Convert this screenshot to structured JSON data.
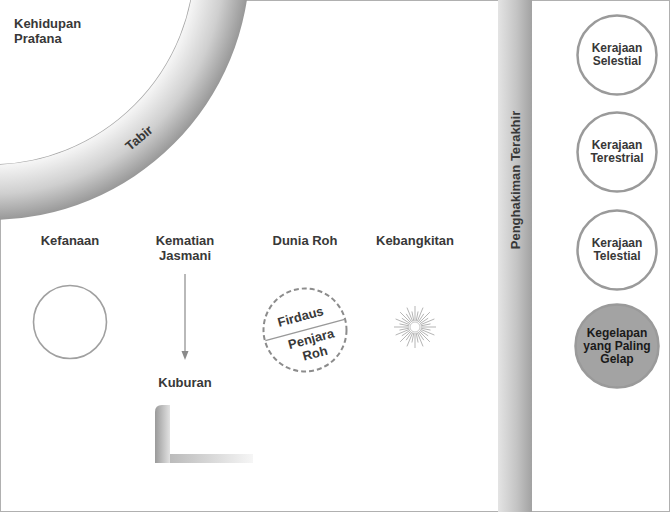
{
  "diagram": {
    "nodes": [
      {
        "text": [
          "Kehidupan Prafana"
        ]
      },
      {
        "text": [
          "Tabir"
        ]
      },
      {
        "text": [
          "Kefanaan"
        ]
      },
      {
        "text": [
          "Kuburan"
        ]
      },
      {
        "text": [
          "Dunia Roh"
        ]
      },
      {
        "text": [
          "Firdaus"
        ],
        "in": 4
      },
      {
        "text": [
          "Penjara Roh"
        ],
        "in": 4
      },
      {
        "text": [
          "Kebangkitan"
        ]
      },
      {
        "text": [
          "Penghakiman Terakhir"
        ]
      },
      {
        "text": [
          "Kerajaan Selestial"
        ]
      },
      {
        "text": [
          "Kerajaan Terestrial"
        ]
      },
      {
        "text": [
          "Kerajaan Telestial"
        ]
      },
      {
        "text": [
          "Kegelapan yang Paling Gelap"
        ]
      }
    ],
    "labels": [
      "Kematian Jasmani"
    ]
  }
}
